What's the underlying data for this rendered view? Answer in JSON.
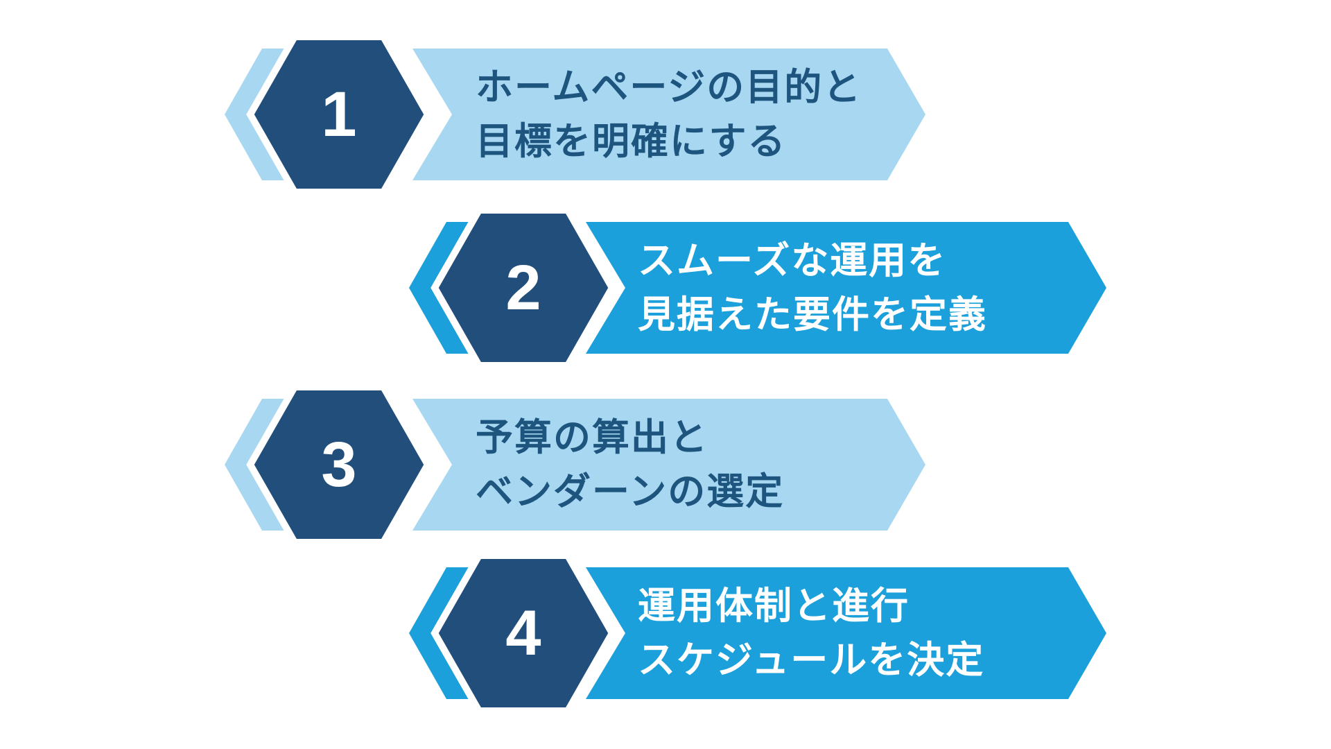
{
  "diagram": {
    "description_numbers": [
      "1",
      "2",
      "3",
      "4"
    ]
  },
  "palette": {
    "background": "#FFFFFF",
    "navy": "#214E7B",
    "light_blue": "#A8D7F1",
    "medium_blue": "#1CA0DB",
    "text_navy": "#1E557F",
    "text_white": "#FFFFFF",
    "badge_number_color": "#FFFFFF",
    "badge_stroke": "#FFFFFF"
  },
  "steps": [
    {
      "number": "1",
      "line1": "ホームページの目的と",
      "line2": "目標を明確にする",
      "banner_color": "#A8D7F1",
      "text_color": "#1E557F",
      "badge_color": "#214E7B"
    },
    {
      "number": "2",
      "line1": "スムーズな運用を",
      "line2": "見据えた要件を定義",
      "banner_color": "#1CA0DB",
      "text_color": "#FFFFFF",
      "badge_color": "#214E7B"
    },
    {
      "number": "3",
      "line1": "予算の算出と",
      "line2": "ベンダーンの選定",
      "banner_color": "#A8D7F1",
      "text_color": "#1E557F",
      "badge_color": "#214E7B"
    },
    {
      "number": "4",
      "line1": "運用体制と進行",
      "line2": "スケジュールを決定",
      "banner_color": "#1CA0DB",
      "text_color": "#FFFFFF",
      "badge_color": "#214E7B"
    }
  ]
}
